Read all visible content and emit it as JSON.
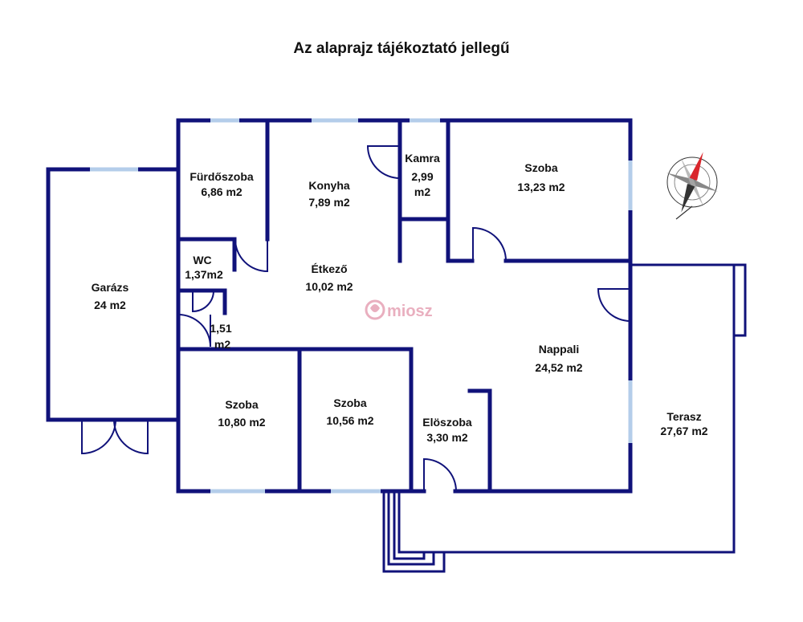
{
  "title": "Az alaprajz tájékoztató jellegű",
  "rooms": [
    {
      "id": "furdoszoba",
      "name": "Fürdőszoba",
      "area": "6,86 m2"
    },
    {
      "id": "konyha",
      "name": "Konyha",
      "area": "7,89 m2"
    },
    {
      "id": "kamra",
      "name": "Kamra",
      "area_line1": "2,99",
      "area_line2": "m2"
    },
    {
      "id": "szoba1",
      "name": "Szoba",
      "area": "13,23 m2"
    },
    {
      "id": "garazs",
      "name": "Garázs",
      "area": "24 m2"
    },
    {
      "id": "wc",
      "name": "WC",
      "area": "1,37m2"
    },
    {
      "id": "etkezo",
      "name": "Étkező",
      "area": "10,02 m2"
    },
    {
      "id": "kis",
      "area_line1": "1,51",
      "area_line2": "m2"
    },
    {
      "id": "nappali",
      "name": "Nappali",
      "area": "24,52 m2"
    },
    {
      "id": "szoba2",
      "name": "Szoba",
      "area": "10,80 m2"
    },
    {
      "id": "szoba3",
      "name": "Szoba",
      "area": "10,56 m2"
    },
    {
      "id": "eloszoba",
      "name": "Elöszoba",
      "area": "3,30 m2"
    },
    {
      "id": "terasz",
      "name": "Terasz",
      "area": "27,67 m2"
    }
  ],
  "watermark": "miosz",
  "colors": {
    "wall": "#10127a",
    "window": "#b4cdea",
    "compass_red": "#d9262c",
    "watermark": "#e6a2b4"
  }
}
